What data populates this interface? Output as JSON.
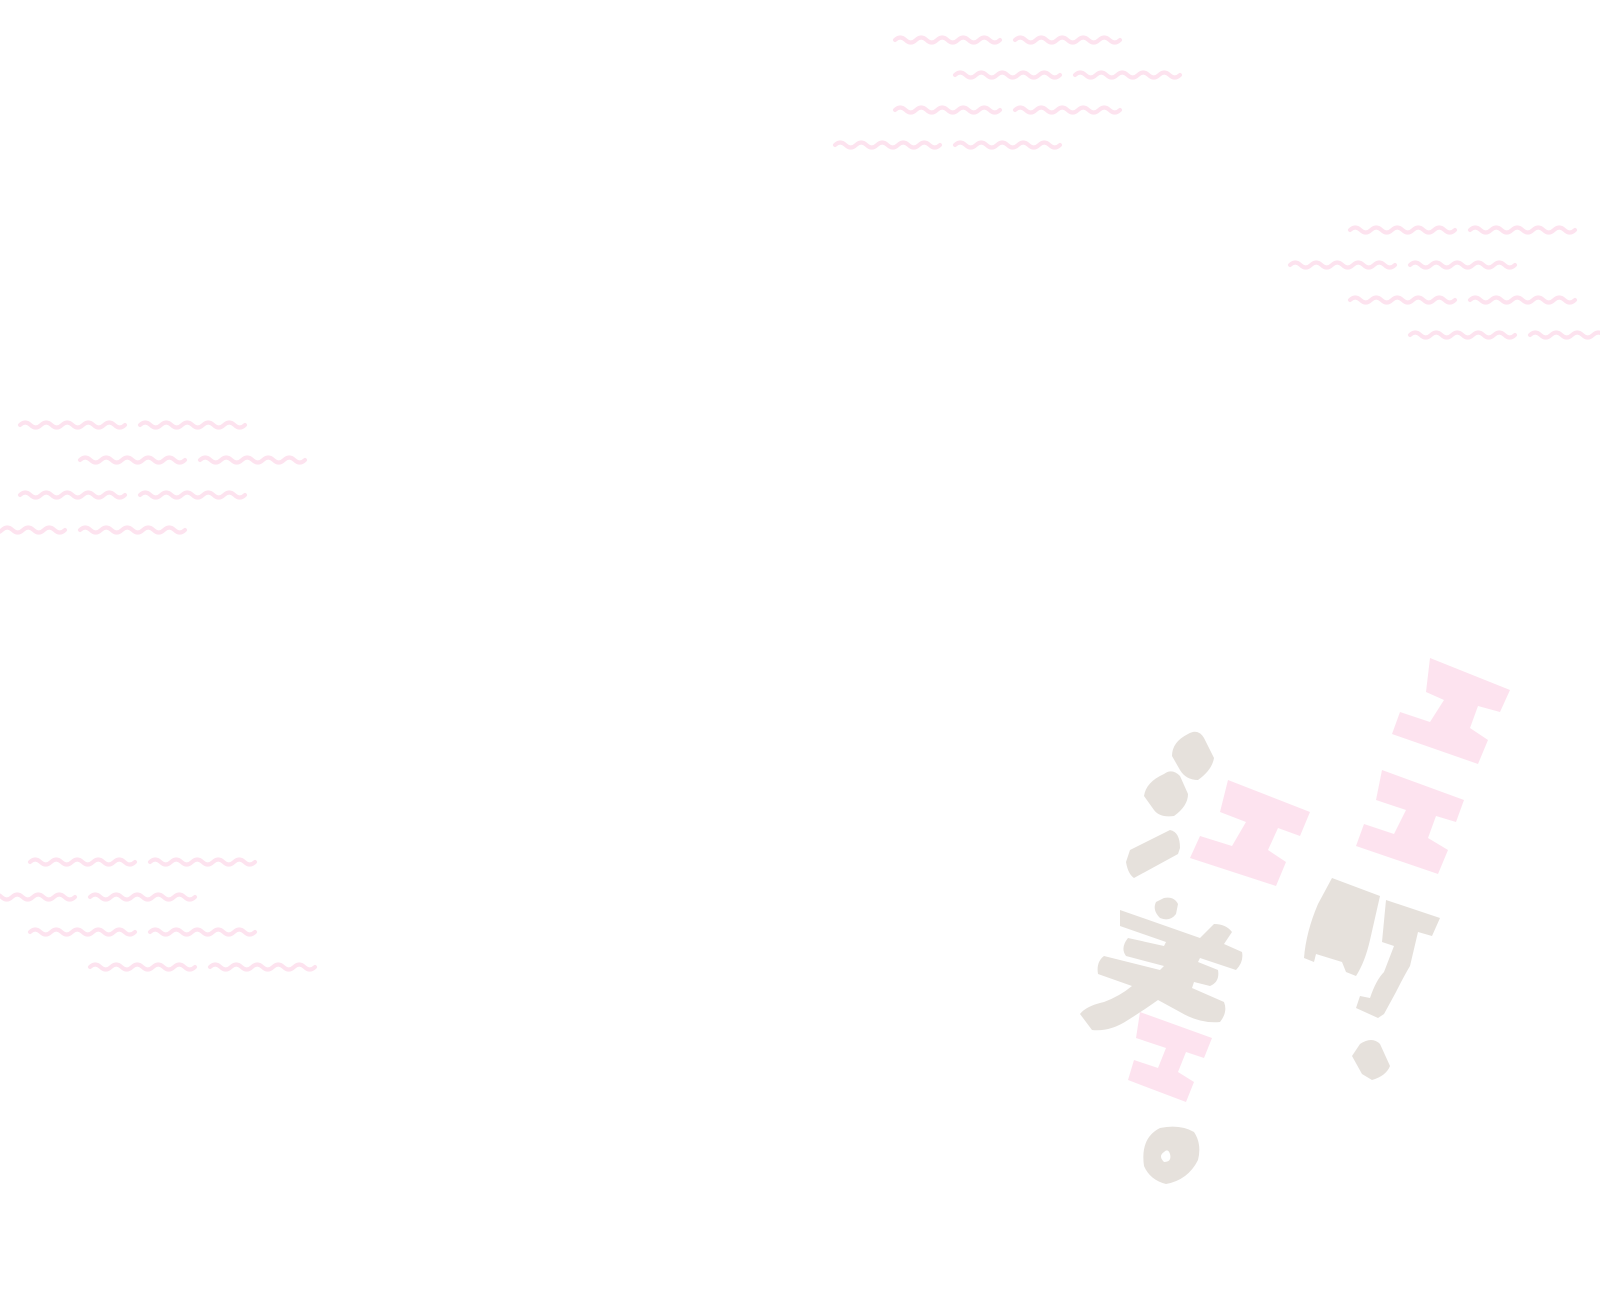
{
  "background_color": "#ffffff",
  "wave_color": "#fde3ef",
  "slogan": {
    "lettering": "エエ町、江差。",
    "colors": {
      "pink": "#fde3ef",
      "gray": "#e6e1dc"
    }
  },
  "decorations": [
    "wave-cluster-top-center",
    "wave-cluster-top-right",
    "wave-cluster-middle-left",
    "wave-cluster-bottom-left"
  ]
}
